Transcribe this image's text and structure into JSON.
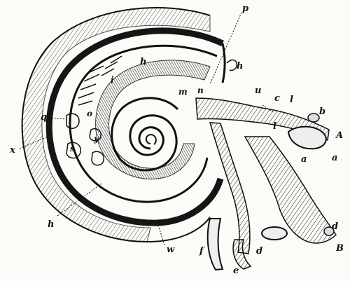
{
  "diagram": {
    "labels": {
      "p": "p",
      "h_top": "h",
      "h_inner": "h",
      "h_bottom": "h",
      "u": "u",
      "c": "c",
      "l_top": "l",
      "b": "b",
      "A": "A",
      "a_right": "a",
      "a_mid": "a",
      "l_mid": "l",
      "q": "q",
      "x": "x",
      "w": "w",
      "f": "f",
      "e": "e",
      "d_left": "d",
      "d_right": "d",
      "B": "B",
      "m": "m",
      "n": "n",
      "o": "o",
      "s": "s",
      "y": "y",
      "i": "i"
    },
    "colors": {
      "ink": "#111111",
      "paper": "#fbfbf8"
    }
  }
}
